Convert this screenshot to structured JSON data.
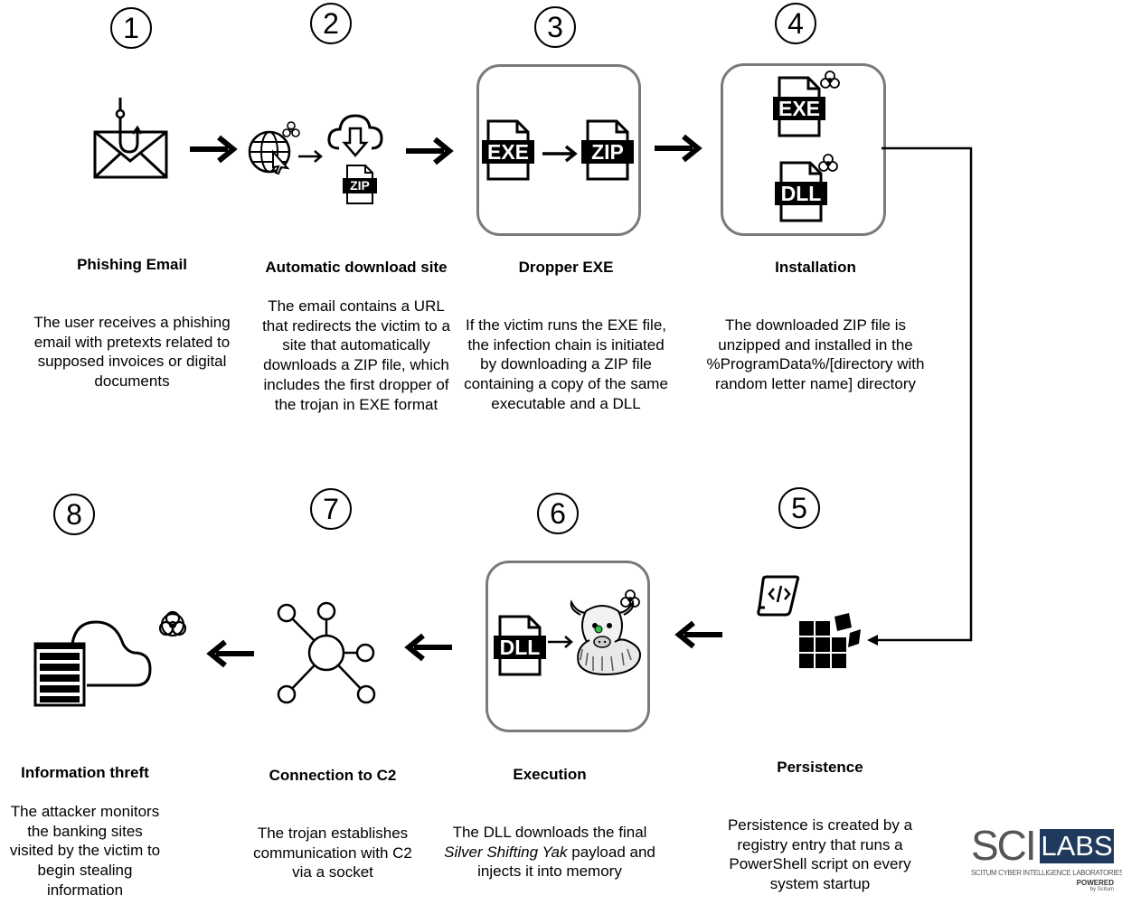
{
  "steps": [
    {
      "number": "1",
      "title": "Phishing Email",
      "desc": "The user receives a phishing email with pretexts related to supposed invoices or digital documents"
    },
    {
      "number": "2",
      "title": "Automatic download site",
      "desc": "The email contains a URL that redirects the victim to a site that automatically downloads a ZIP file, which includes the first dropper of the trojan in EXE format"
    },
    {
      "number": "3",
      "title": "Dropper EXE",
      "desc": "If the victim runs the EXE file, the infection chain is initiated by downloading a ZIP file containing a copy of the same executable and a DLL"
    },
    {
      "number": "4",
      "title": "Installation",
      "desc": "The downloaded ZIP file is unzipped and installed in the %ProgramData%/[directory with random letter name] directory"
    },
    {
      "number": "5",
      "title": "Persistence",
      "desc": "Persistence is created by a registry entry that runs a PowerShell script on every system startup"
    },
    {
      "number": "6",
      "title": "Execution",
      "desc_pre": "The DLL downloads the final",
      "desc_ital": "Silver Shifting Yak",
      "desc_post": "payload and injects it into memory"
    },
    {
      "number": "7",
      "title": "Connection to C2",
      "desc": "The trojan establishes communication with C2 via a socket"
    },
    {
      "number": "8",
      "title": "Information threft",
      "desc": "The attacker monitors the banking sites visited by the victim to begin stealing information"
    }
  ],
  "file_labels": {
    "exe": "EXE",
    "zip": "ZIP",
    "dll": "DLL"
  },
  "logo": {
    "sci": "SCI",
    "labs": "LABS",
    "subtitle": "SCITUM CYBER INTELLIGENCE LABORATORIES",
    "powered": "POWERED",
    "by": "by Scitum"
  },
  "colors": {
    "stroke": "#000000",
    "box_border": "#7a7a7a",
    "logo_blue": "#1f3a5c",
    "logo_gray": "#555555"
  }
}
